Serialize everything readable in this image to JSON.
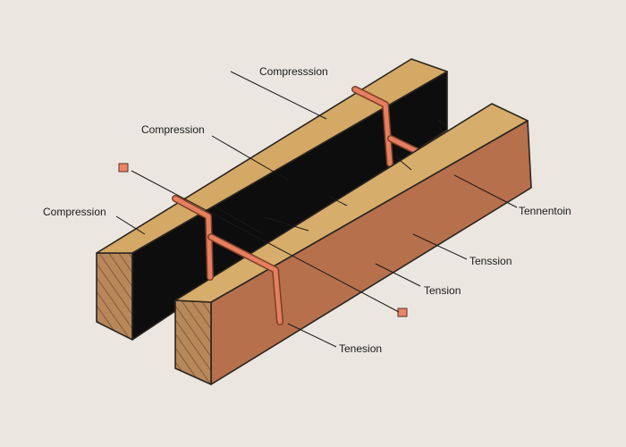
{
  "labels": {
    "top_compression": "Compresssion",
    "mid_compression": "Compression",
    "left_compression": "Compression",
    "right_tension_1": "Tennentoin",
    "right_tension_2": "Tenssion",
    "right_tension_3": "Tension",
    "bottom_tension": "Tenesion"
  },
  "colors": {
    "background": "#ebe7e0",
    "rear_beam_top": "#d4a865",
    "rear_beam_web": "#0d0d0d",
    "front_beam_top": "#d6ad6a",
    "front_beam_side": "#b6704c",
    "end_grain": "#b8875a",
    "tendon": "#e57f5f",
    "anchor": "#e8866a",
    "outline": "#2a2520"
  }
}
